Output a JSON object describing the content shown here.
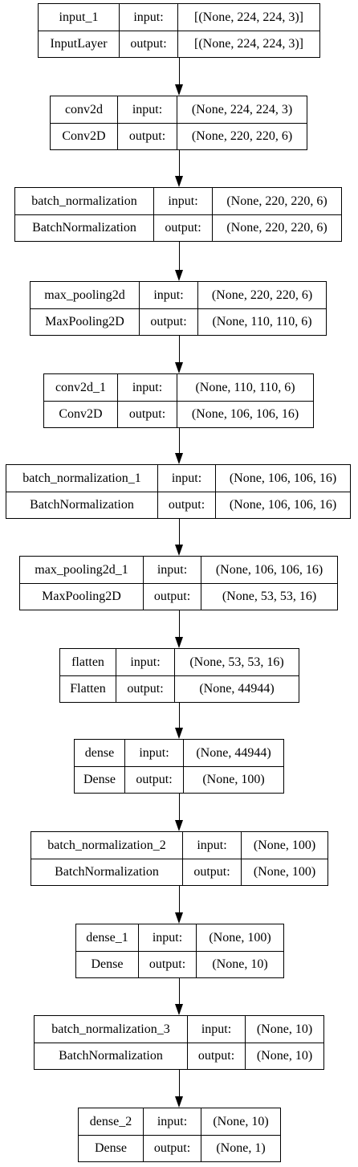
{
  "layers": [
    {
      "name": "input_1",
      "type": "InputLayer",
      "input_label": "input:",
      "output_label": "output:",
      "input_shape": "[(None, 224, 224, 3)]",
      "output_shape": "[(None, 224, 224, 3)]"
    },
    {
      "name": "conv2d",
      "type": "Conv2D",
      "input_label": "input:",
      "output_label": "output:",
      "input_shape": "(None, 224, 224, 3)",
      "output_shape": "(None, 220, 220, 6)"
    },
    {
      "name": "batch_normalization",
      "type": "BatchNormalization",
      "input_label": "input:",
      "output_label": "output:",
      "input_shape": "(None, 220, 220, 6)",
      "output_shape": "(None, 220, 220, 6)"
    },
    {
      "name": "max_pooling2d",
      "type": "MaxPooling2D",
      "input_label": "input:",
      "output_label": "output:",
      "input_shape": "(None, 220, 220, 6)",
      "output_shape": "(None, 110, 110, 6)"
    },
    {
      "name": "conv2d_1",
      "type": "Conv2D",
      "input_label": "input:",
      "output_label": "output:",
      "input_shape": "(None, 110, 110, 6)",
      "output_shape": "(None, 106, 106, 16)"
    },
    {
      "name": "batch_normalization_1",
      "type": "BatchNormalization",
      "input_label": "input:",
      "output_label": "output:",
      "input_shape": "(None, 106, 106, 16)",
      "output_shape": "(None, 106, 106, 16)"
    },
    {
      "name": "max_pooling2d_1",
      "type": "MaxPooling2D",
      "input_label": "input:",
      "output_label": "output:",
      "input_shape": "(None, 106, 106, 16)",
      "output_shape": "(None, 53, 53, 16)"
    },
    {
      "name": "flatten",
      "type": "Flatten",
      "input_label": "input:",
      "output_label": "output:",
      "input_shape": "(None, 53, 53, 16)",
      "output_shape": "(None, 44944)"
    },
    {
      "name": "dense",
      "type": "Dense",
      "input_label": "input:",
      "output_label": "output:",
      "input_shape": "(None, 44944)",
      "output_shape": "(None, 100)"
    },
    {
      "name": "batch_normalization_2",
      "type": "BatchNormalization",
      "input_label": "input:",
      "output_label": "output:",
      "input_shape": "(None, 100)",
      "output_shape": "(None, 100)"
    },
    {
      "name": "dense_1",
      "type": "Dense",
      "input_label": "input:",
      "output_label": "output:",
      "input_shape": "(None, 100)",
      "output_shape": "(None, 10)"
    },
    {
      "name": "batch_normalization_3",
      "type": "BatchNormalization",
      "input_label": "input:",
      "output_label": "output:",
      "input_shape": "(None, 10)",
      "output_shape": "(None, 10)"
    },
    {
      "name": "dense_2",
      "type": "Dense",
      "input_label": "input:",
      "output_label": "output:",
      "input_shape": "(None, 10)",
      "output_shape": "(None, 1)"
    }
  ]
}
